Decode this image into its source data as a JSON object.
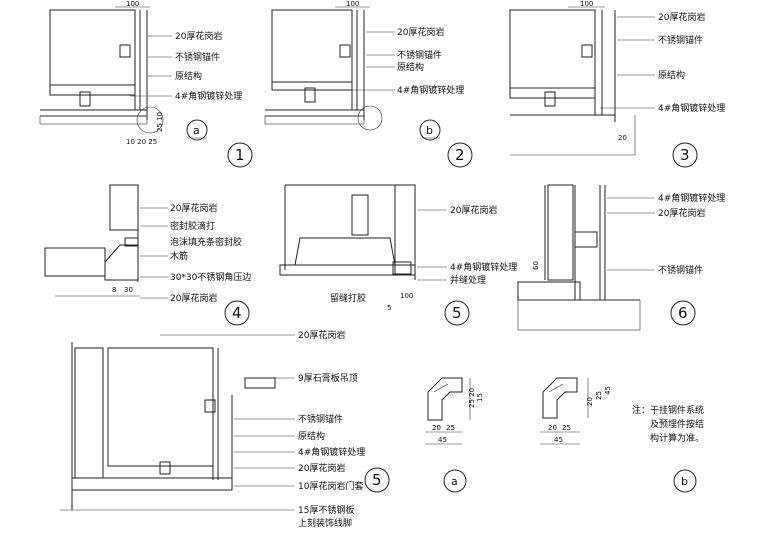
{
  "details": {
    "d1": {
      "number": "1",
      "letter": "a",
      "dim_top": "100",
      "dim_bottom": "10 20 25",
      "dim_side": "25 10",
      "labels": [
        "20厚花岗岩",
        "不锈钢锚件",
        "原结构",
        "4#角钢镀锌处理"
      ]
    },
    "d2": {
      "number": "2",
      "letter": "b",
      "dim_top": "100",
      "labels": [
        "20厚花岗岩",
        "不锈钢锚件",
        "原结构",
        "4#角钢镀锌处理"
      ]
    },
    "d3": {
      "number": "3",
      "dim_top": "100",
      "dim_side": "20",
      "labels": [
        "20厚花岗岩",
        "不锈钢锚件",
        "原结构",
        "4#角钢镀锌处理"
      ]
    },
    "d4": {
      "number": "4",
      "dim_a": "8",
      "dim_b": "30",
      "labels": [
        "20厚花岗岩",
        "密封胶滴打",
        "泡沫填充条密封胶",
        "木筋",
        "30*30不锈钢角压边",
        "20厚花岗岩"
      ]
    },
    "d5": {
      "number": "5",
      "dim_a": "100",
      "dim_b": "5",
      "labels": [
        "20厚花岗岩",
        "4#角钢镀锌处理",
        "并缝处理",
        "留缝打胶"
      ]
    },
    "d6": {
      "number": "6",
      "dim_side": "60",
      "labels": [
        "4#角钢镀锌处理",
        "20厚花岗岩",
        "不锈钢锚件"
      ]
    },
    "d5b": {
      "number": "5",
      "labels": [
        "20厚花岗岩",
        "9厚石膏板吊顶",
        "不锈钢锚件",
        "原结构",
        "4#角钢镀锌处理",
        "20厚花岗岩",
        "10厚花岗岩门套",
        "15厚不锈钢板",
        "上刻装饰线脚"
      ]
    }
  },
  "profiles": {
    "a": {
      "letter": "a",
      "dims": [
        "20",
        "25",
        "45",
        "25 20",
        "15"
      ]
    },
    "b": {
      "letter": "b",
      "dims": [
        "20",
        "25",
        "45",
        "20",
        "25",
        "45"
      ]
    }
  },
  "note": {
    "lines": [
      "注：干挂钢件系统",
      "及预埋件按结",
      "构计算为准。"
    ]
  }
}
